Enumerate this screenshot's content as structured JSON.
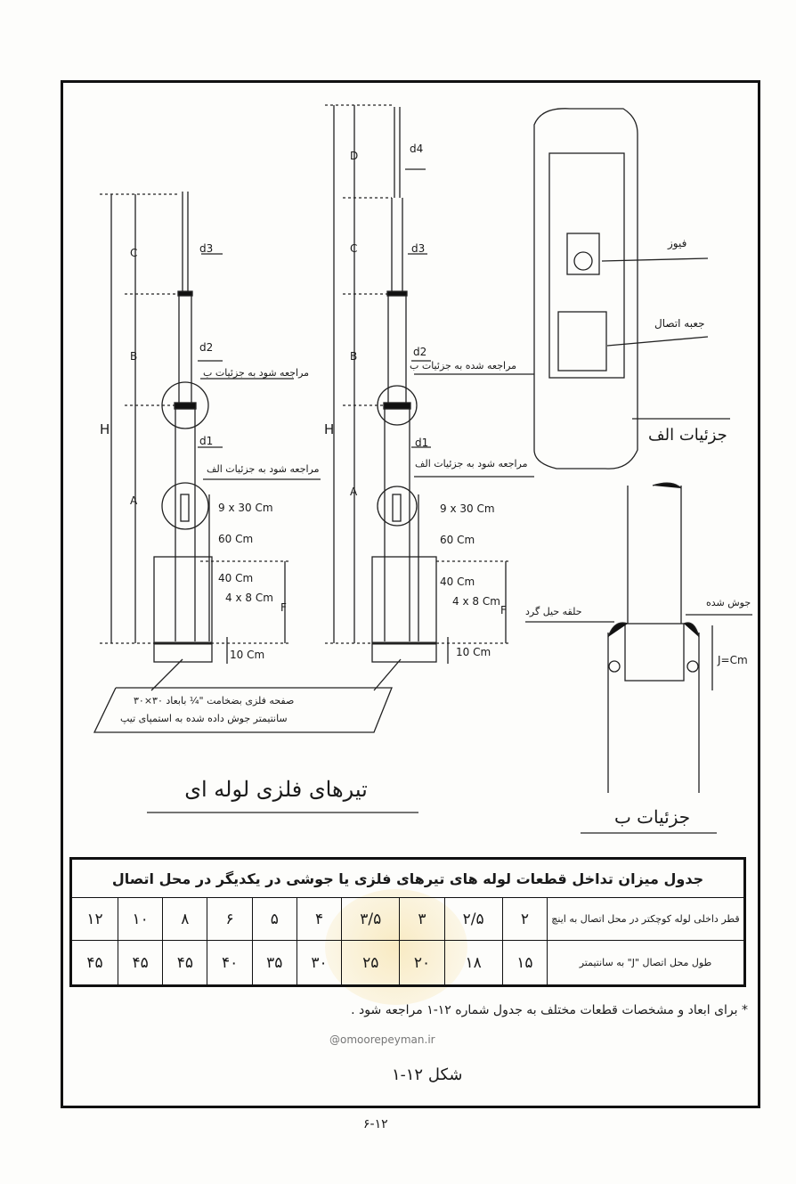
{
  "pole1": {
    "labels": {
      "C": "C",
      "B": "B",
      "A": "A",
      "H": "H",
      "F": "F",
      "d1": "d1",
      "d2": "d2",
      "d3": "d3"
    },
    "dims": [
      "9 x 30 Cm",
      "60 Cm",
      "40 Cm",
      "4 x 8 Cm",
      "10 Cm"
    ],
    "ref_b": "مراجعه شود به جزئیات ب",
    "ref_a": "مراجعه شود به جزئیات الف"
  },
  "pole2": {
    "labels": {
      "D": "D",
      "C": "C",
      "B": "B",
      "A": "A",
      "H": "H",
      "F": "F",
      "d1": "d1",
      "d2": "d2",
      "d3": "d3",
      "d4": "d4"
    },
    "dims": [
      "9 x 30 Cm",
      "60 Cm",
      "40 Cm",
      "4 x 8 Cm",
      "10 Cm"
    ],
    "ref_b": "مراجعه شده به جزئیات ب",
    "ref_a": "مراجعه شود به جزئیات الف"
  },
  "plate_note_line1": "صفحه فلزی بضخامت \"¼ بابعاد ۳۰×۳۰",
  "plate_note_line2": "سانتیمتر جوش داده شده به استمپای تیپ",
  "detail_a": {
    "title": "جزئیات الف",
    "fuse": "فیوز",
    "box": "جعبه اتصال"
  },
  "detail_b": {
    "title": "جزئیات ب",
    "weld": "جوش شده",
    "ring": "حلقه حیل گرد",
    "dim": "J=Cm"
  },
  "main_title": "تیرهای فلزی لوله ای",
  "table": {
    "caption": "جدول میزان تداخل قطعات لوله های تیرهای فلزی یا جوشی در یکدیگر در محل اتصال",
    "row1_header": "قطر داخلی لوله کوچکتر در محل اتصال به اینچ",
    "row1": [
      "۲",
      "۲/۵",
      "۳",
      "۳/۵",
      "۴",
      "۵",
      "۶",
      "۸",
      "۱۰",
      "۱۲"
    ],
    "row2_header": "طول محل اتصال \"J\" به سانتیمتر",
    "row2": [
      "۱۵",
      "۱۸",
      "۲۰",
      "۲۵",
      "۳۰",
      "۳۵",
      "۴۰",
      "۴۵",
      "۴۵",
      "۴۵"
    ]
  },
  "note": "* برای ابعاد و مشخصات قطعات مختلف به جدول شماره ۱۲-۱ مراجعه شود .",
  "site": "@omoorepeyman.ir",
  "figure": "شکل ۱۲-۱",
  "page_number": "۶-۱۲"
}
